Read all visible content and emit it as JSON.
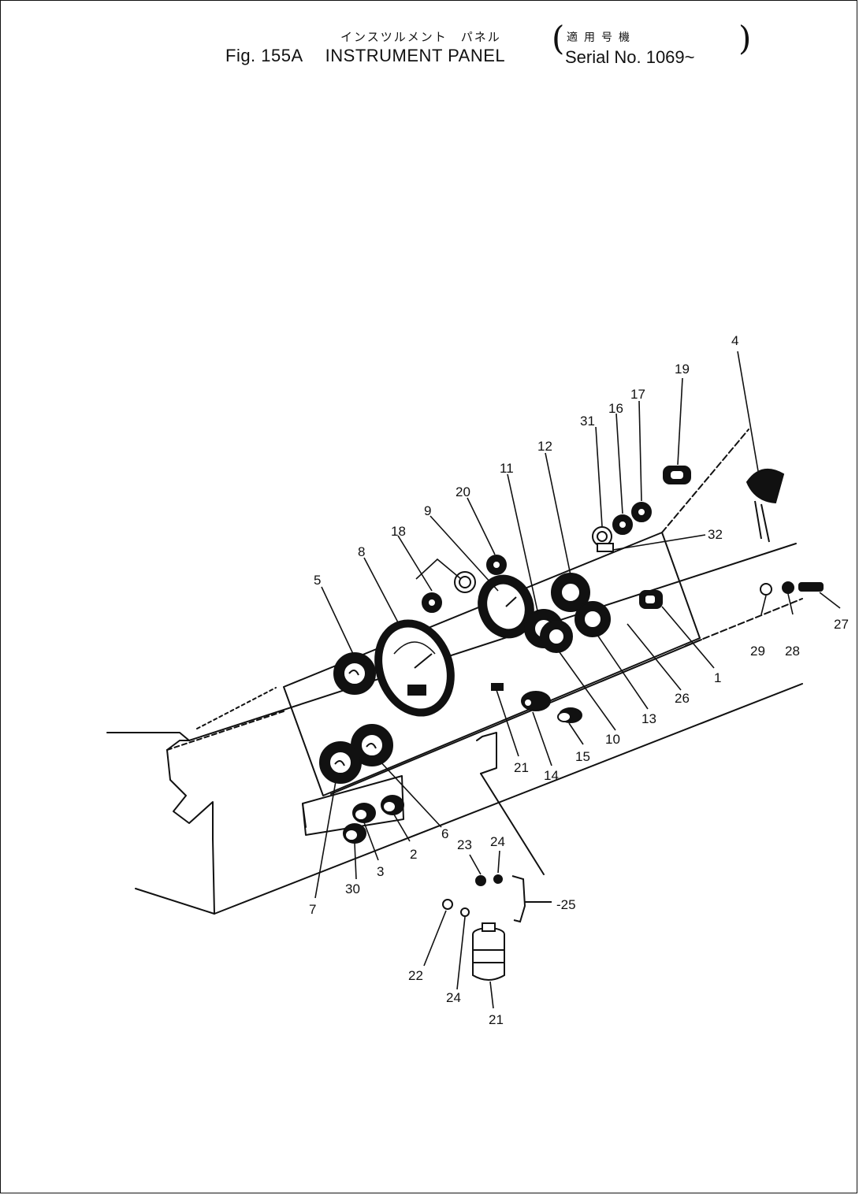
{
  "header": {
    "jp_title": "インスツルメント　パネル",
    "jp_serial_label": "適用号機",
    "fig_number": "Fig. 155A",
    "title": "INSTRUMENT PANEL",
    "serial_range": "Serial No. 1069~"
  },
  "callouts": [
    {
      "id": "c1",
      "text": "1"
    },
    {
      "id": "c2",
      "text": "2"
    },
    {
      "id": "c3",
      "text": "3"
    },
    {
      "id": "c4",
      "text": "4"
    },
    {
      "id": "c5",
      "text": "5"
    },
    {
      "id": "c6",
      "text": "6"
    },
    {
      "id": "c7",
      "text": "7"
    },
    {
      "id": "c8",
      "text": "8"
    },
    {
      "id": "c9",
      "text": "9"
    },
    {
      "id": "c10a",
      "text": "10"
    },
    {
      "id": "c10b",
      "text": "10"
    },
    {
      "id": "c11",
      "text": "11"
    },
    {
      "id": "c12",
      "text": "12"
    },
    {
      "id": "c13",
      "text": "13"
    },
    {
      "id": "c14",
      "text": "14"
    },
    {
      "id": "c15",
      "text": "15"
    },
    {
      "id": "c16",
      "text": "16"
    },
    {
      "id": "c17",
      "text": "17"
    },
    {
      "id": "c18",
      "text": "18"
    },
    {
      "id": "c19",
      "text": "19"
    },
    {
      "id": "c20",
      "text": "20"
    },
    {
      "id": "c21a",
      "text": "21"
    },
    {
      "id": "c21b",
      "text": "21"
    },
    {
      "id": "c22",
      "text": "22"
    },
    {
      "id": "c23",
      "text": "23"
    },
    {
      "id": "c24a",
      "text": "24"
    },
    {
      "id": "c24b",
      "text": "24"
    },
    {
      "id": "c25",
      "text": "-25"
    },
    {
      "id": "c26",
      "text": "26"
    },
    {
      "id": "c27",
      "text": "27"
    },
    {
      "id": "c28",
      "text": "28"
    },
    {
      "id": "c29",
      "text": "29"
    },
    {
      "id": "c30",
      "text": "30"
    },
    {
      "id": "c31",
      "text": "31"
    },
    {
      "id": "c32",
      "text": "32"
    }
  ]
}
